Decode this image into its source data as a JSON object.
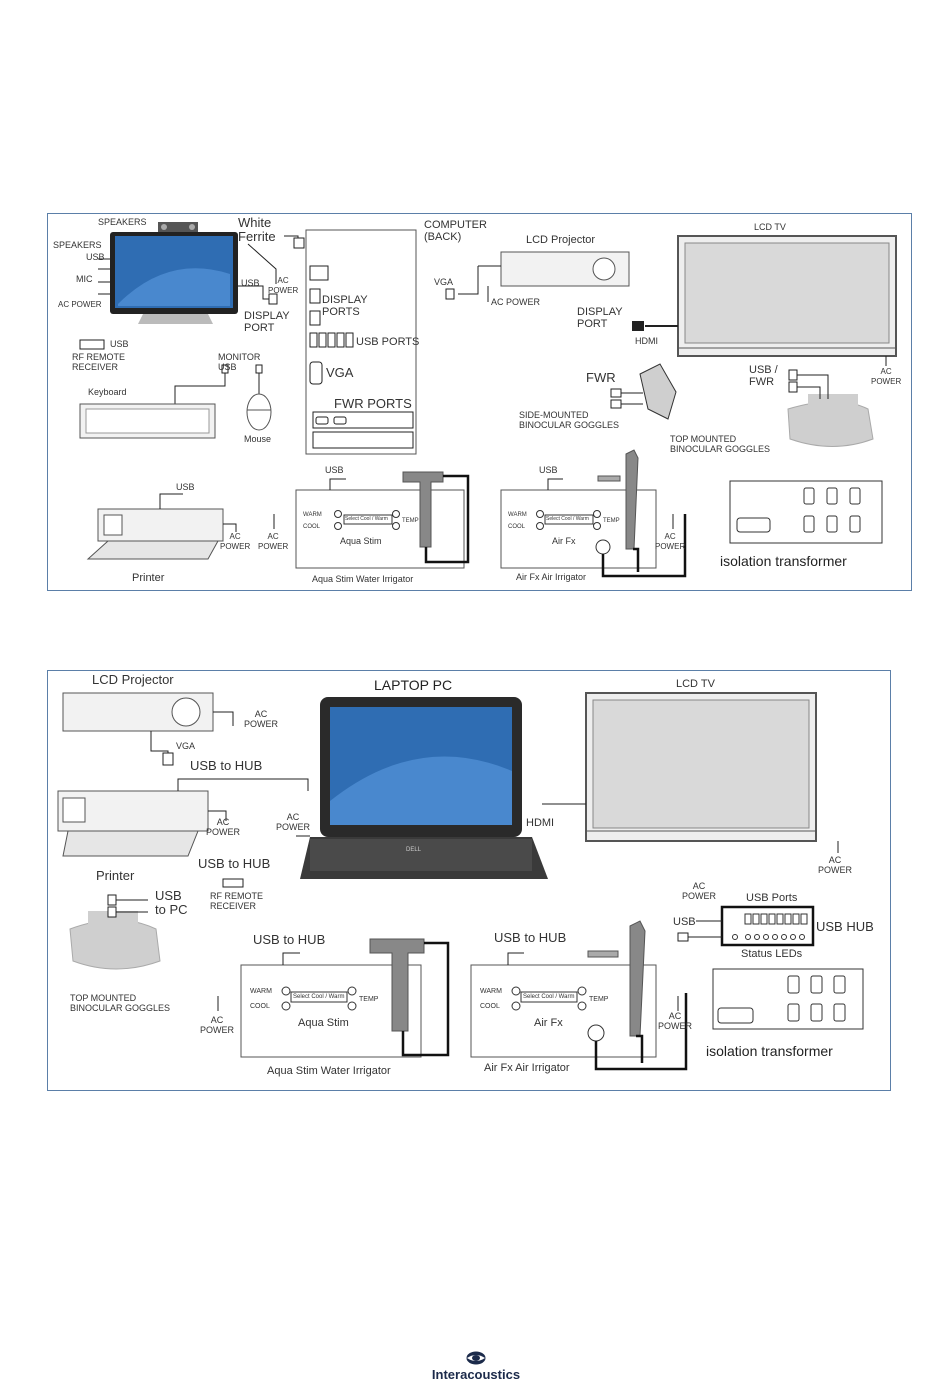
{
  "colors": {
    "panel_border": "#5b7fa8",
    "screen": "#2f6db3",
    "device_fill": "#f2f2f2",
    "cable": "#111111",
    "goggles": "#cfcfcf"
  },
  "diagram1": {
    "speakers_top": "SPEAKERS",
    "white_ferrite": "White\nFerrite",
    "speakers": "SPEAKERS",
    "usb_monitor_left": "USB",
    "mic": "MIC",
    "ac_power_monitor": "AC POWER",
    "usb_monitor_right": "USB",
    "ac_power_computer": "AC\nPOWER",
    "display_port_monitor": "DISPLAY\nPORT",
    "computer_back": "COMPUTER\n(BACK)",
    "display_ports": "DISPLAY\nPORTS",
    "usb_ports": "USB PORTS",
    "vga": "VGA",
    "fwr_ports": "FWR PORTS",
    "lcd_projector": "LCD Projector",
    "vga_projector": "VGA",
    "ac_power_projector": "AC POWER",
    "lcd_tv": "LCD TV",
    "display_port_tv": "DISPLAY\nPORT",
    "hdmi": "HDMI",
    "ac_power_tv": "AC\nPOWER",
    "rf_usb": "USB",
    "rf_receiver": "RF REMOTE\nRECEIVER",
    "monitor_usb": "MONITOR\nUSB",
    "keyboard": "Keyboard",
    "mouse": "Mouse",
    "fwr": "FWR",
    "side_goggles": "SIDE-MOUNTED\nBINOCULAR GOGGLES",
    "usb_fwr": "USB /\nFWR",
    "top_goggles": "TOP MOUNTED\nBINOCULAR GOGGLES",
    "usb_printer": "USB",
    "ac_power_printer": "AC\nPOWER",
    "printer": "Printer",
    "usb_aqua": "USB",
    "ac_power_aqua": "AC\nPOWER",
    "warm": "WARM",
    "cool": "COOL",
    "select_text": "Select Cool / Warm",
    "temp": "TEMP",
    "aqua_stim": "Aqua Stim",
    "aqua_caption": "Aqua Stim Water Irrigator",
    "usb_airfx": "USB",
    "ac_power_airfx": "AC\nPOWER",
    "air_fx": "Air Fx",
    "airfx_caption": "Air Fx Air Irrigator",
    "isolation": "isolation transformer"
  },
  "diagram2": {
    "lcd_projector": "LCD Projector",
    "ac_power_projector": "AC\nPOWER",
    "vga": "VGA",
    "laptop_pc": "LAPTOP PC",
    "lcd_tv": "LCD TV",
    "usb_to_hub_printer": "USB to HUB",
    "ac_power_printer": "AC\nPOWER",
    "printer": "Printer",
    "ac_power_laptop": "AC\nPOWER",
    "hdmi": "HDMI",
    "ac_power_tv": "AC\nPOWER",
    "usb_to_hub_rf": "USB to HUB",
    "rf_receiver": "RF REMOTE\nRECEIVER",
    "usb_to_pc": "USB\nto PC",
    "top_goggles": "TOP MOUNTED\nBINOCULAR GOGGLES",
    "ac_power_hub": "AC\nPOWER",
    "usb_ports": "USB Ports",
    "usb_left": "USB",
    "usb_hub": "USB HUB",
    "status_leds": "Status LEDs",
    "usb_to_hub_aqua": "USB to HUB",
    "ac_power_aqua": "AC\nPOWER",
    "warm": "WARM",
    "cool": "COOL",
    "select_text": "Select Cool / Warm",
    "temp": "TEMP",
    "aqua_stim": "Aqua Stim",
    "aqua_caption": "Aqua Stim Water Irrigator",
    "usb_to_hub_airfx": "USB to HUB",
    "ac_power_airfx": "AC\nPOWER",
    "air_fx": "Air Fx",
    "airfx_caption": "Air Fx Air Irrigator",
    "isolation": "isolation transformer",
    "laptop_brand": "DELL"
  },
  "footer": {
    "brand": "Interacoustics"
  }
}
